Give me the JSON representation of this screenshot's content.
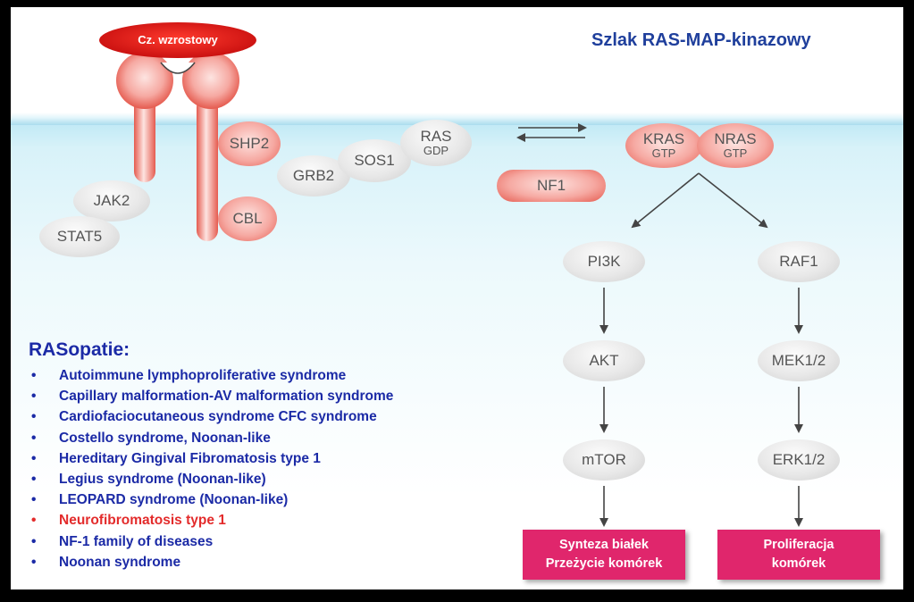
{
  "title": "Szlak RAS-MAP-kinazowy",
  "growth_factor": "Cz. wzrostowy",
  "nodes": {
    "shp2": "SHP2",
    "cbl": "CBL",
    "jak2": "JAK2",
    "stat5": "STAT5",
    "grb2": "GRB2",
    "sos1": "SOS1",
    "ras": "RAS",
    "ras_sub": "GDP",
    "kras": "KRAS",
    "kras_sub": "GTP",
    "nras": "NRAS",
    "nras_sub": "GTP",
    "nf1": "NF1",
    "pi3k": "PI3K",
    "akt": "AKT",
    "mtor": "mTOR",
    "raf1": "RAF1",
    "mek": "MEK1/2",
    "erk": "ERK1/2"
  },
  "outcomes": {
    "left": "Synteza białek\nPrzeżycie komórek",
    "right": "Proliferacja\nkomórek"
  },
  "rasopathies": {
    "title": "RASopatie:",
    "items": [
      "Autoimmune lymphoproliferative syndrome",
      "Capillary malformation-AV malformation syndrome",
      "Cardiofaciocutaneous syndrome CFC syndrome",
      "Costello syndrome, Noonan-like",
      "Hereditary Gingival Fibromatosis type 1",
      "Legius syndrome (Noonan-like)",
      "LEOPARD syndrome (Noonan-like)",
      "Neurofibromatosis type 1",
      "NF-1 family of diseases",
      "Noonan syndrome"
    ],
    "highlighted_item": "Neurofibromatosis type 1"
  },
  "colors": {
    "title_blue": "#1f3f9c",
    "list_blue": "#1b2aa6",
    "highlight_red": "#e32b2b",
    "outcome_pink": "#e0266c",
    "receptor_red": "#e55b4f"
  }
}
